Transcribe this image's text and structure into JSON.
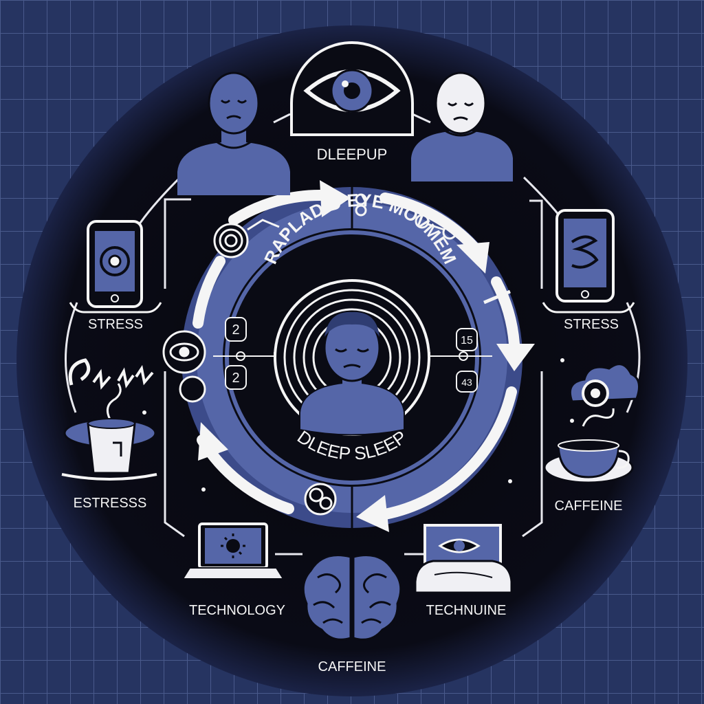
{
  "palette": {
    "background": "#263461",
    "grid": "#4a5a8c",
    "disc": "#07070d",
    "accent": "#5566a8",
    "white": "#f5f5f5"
  },
  "labels": {
    "top": "DLEEPUP",
    "left_upper": "STRESS",
    "right_upper": "STRESS",
    "left_lower": "ESTRESSS",
    "right_lower": "CAFFEINE",
    "bottom_left": "TECHNOLOGY",
    "bottom_right": "TECHNUINE",
    "bottom": "CAFFEINE"
  },
  "inner": {
    "arc_top": "RAPLADID EYE MOVMEM",
    "arc_bottom": "DLEEP SLEEP",
    "left_numbers": [
      "2",
      "2"
    ],
    "right_numbers": [
      "15",
      "43"
    ]
  },
  "icons": [
    "eye-icon",
    "person-icon",
    "phone-icon",
    "coffee-cup-icon",
    "cloud-icon",
    "laptop-icon",
    "brain-icon",
    "bed-icon",
    "arrow-icon"
  ]
}
